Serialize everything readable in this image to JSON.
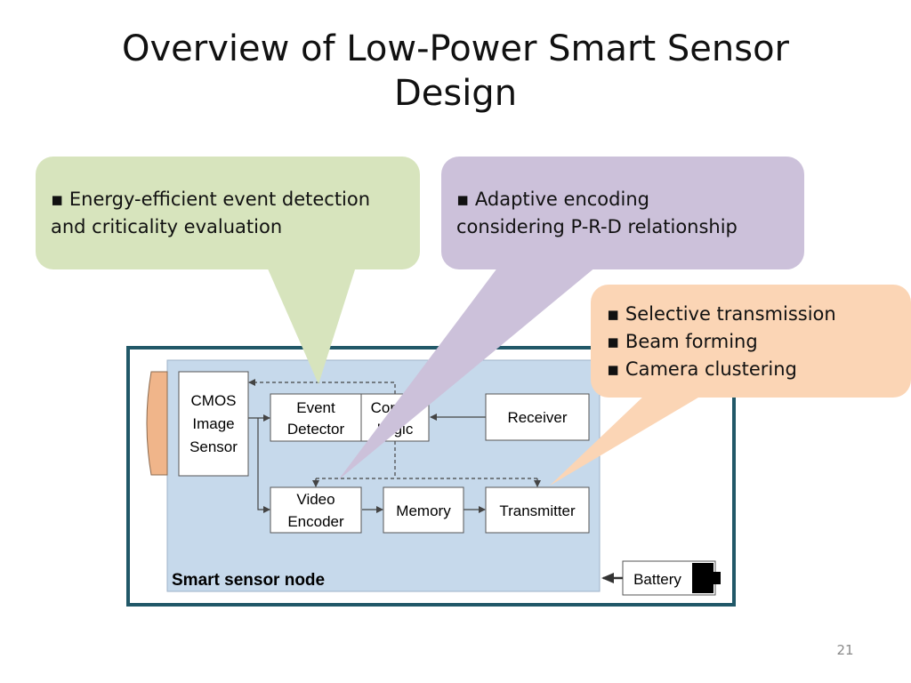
{
  "slide": {
    "title_line1": "Overview of Low-Power Smart Sensor",
    "title_line2": "Design",
    "page_number": "21"
  },
  "callouts": {
    "detection": {
      "lines": [
        "▪ Energy-efficient event detection",
        "and criticality evaluation"
      ],
      "color": "#d7e4bd"
    },
    "encoding": {
      "lines": [
        "▪ Adaptive encoding",
        "considering P-R-D relationship"
      ],
      "color": "#ccc1da"
    },
    "transmission": {
      "lines": [
        "▪ Selective transmission",
        "▪ Beam forming",
        "▪ Camera clustering"
      ],
      "color": "#fbd5b5"
    }
  },
  "diagram": {
    "node_title": "Smart sensor node",
    "blocks": {
      "cmos": [
        "CMOS",
        "Image",
        "Sensor"
      ],
      "event_detector": [
        "Event",
        "Detector"
      ],
      "control_logic": [
        "Control",
        "Logic"
      ],
      "receiver": [
        "Receiver"
      ],
      "video_encoder": [
        "Video",
        "Encoder"
      ],
      "memory": [
        "Memory"
      ],
      "transmitter": [
        "Transmitter"
      ],
      "battery": [
        "Battery"
      ]
    },
    "colors": {
      "frame": "#215868",
      "node_fill": "#c6d9eb",
      "lens": "#f0b58a"
    }
  }
}
